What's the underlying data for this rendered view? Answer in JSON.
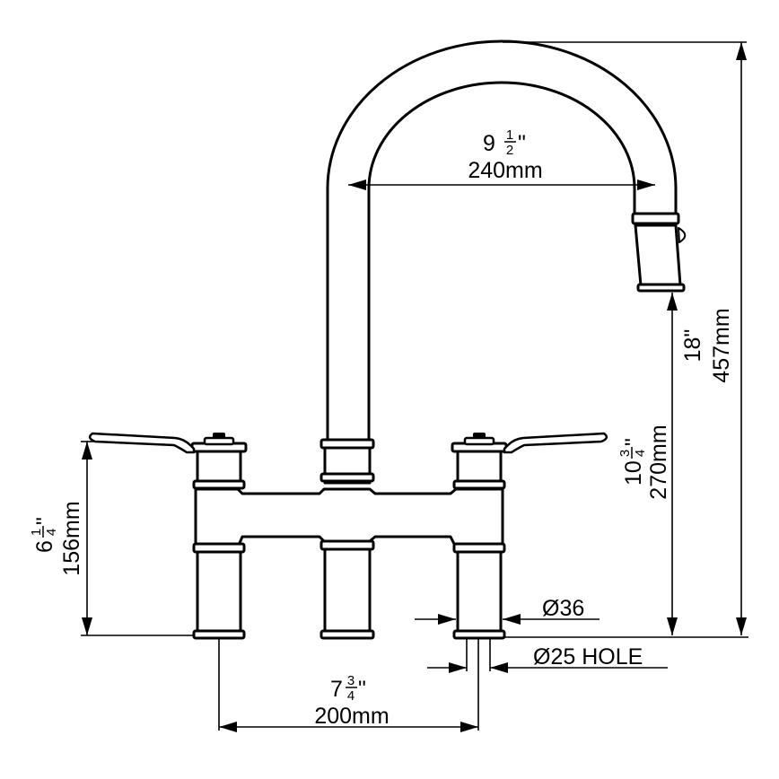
{
  "dimensions": {
    "spout_reach": {
      "inch_whole": "9",
      "inch_num": "1",
      "inch_den": "2",
      "inch_mark": "\"",
      "mm": "240mm"
    },
    "total_height": {
      "inch": "18\"",
      "mm": "457mm"
    },
    "spout_height": {
      "inch_whole": "10",
      "inch_num": "3",
      "inch_den": "4",
      "inch_mark": "\"",
      "mm": "270mm"
    },
    "body_height": {
      "inch_whole": "6",
      "inch_num": "1",
      "inch_den": "4",
      "inch_mark": "\"",
      "mm": "156mm"
    },
    "centres": {
      "inch_whole": "7",
      "inch_num": "3",
      "inch_den": "4",
      "inch_mark": "\"",
      "mm": "200mm"
    },
    "shank_diameter": "Ø36",
    "hole_diameter": "Ø25 HOLE"
  }
}
